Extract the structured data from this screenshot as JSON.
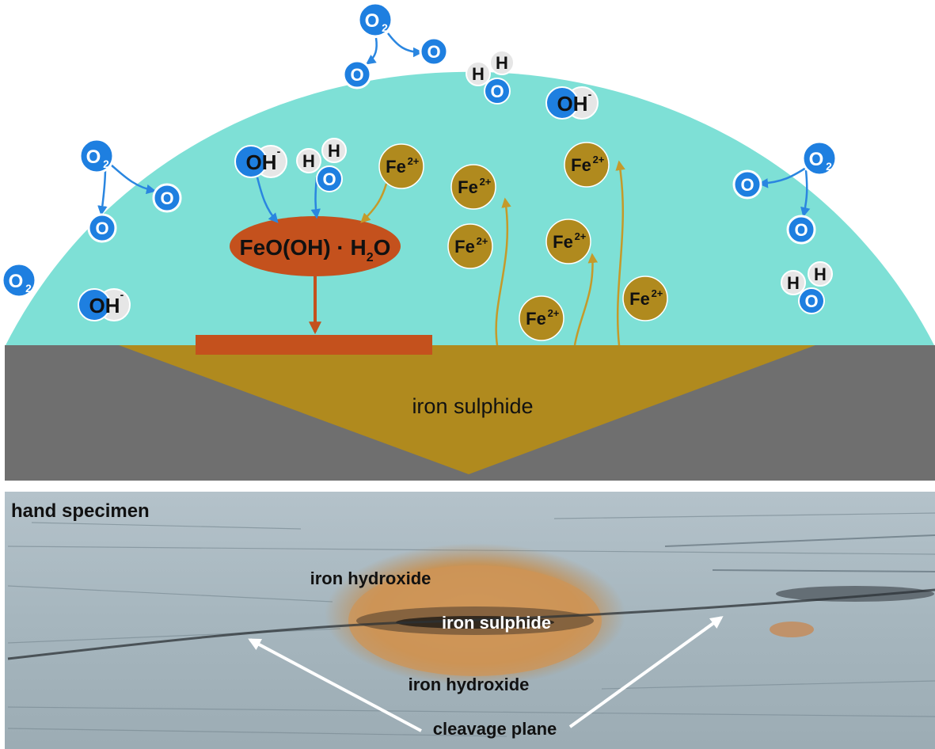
{
  "upper_diagram": {
    "substrate_label": "iron sulphide",
    "compound_label": {
      "main": "FeO(OH) · H",
      "sub": "2",
      "tail": "O"
    },
    "oxygen": {
      "symbol": "O",
      "subscript": "2"
    },
    "atom_o": "O",
    "atom_h": "H",
    "hydroxide": {
      "symbol": "OH",
      "charge": "-"
    },
    "iron_ion": {
      "symbol": "Fe",
      "charge": "2+"
    }
  },
  "lower_photo": {
    "panel_title": "hand specimen",
    "label_iron_hydroxide_top": "iron hydroxide",
    "label_iron_sulphide": "iron sulphide",
    "label_iron_hydroxide_bottom": "iron hydroxide",
    "label_cleavage_plane": "cleavage plane"
  },
  "colors": {
    "water": "#7ee0d6",
    "rock": "#6f6f6f",
    "sulphide": "#b08a1e",
    "fe_ion": "#b08a1e",
    "oxide": "#c4511d",
    "oxygen_blue": "#1e7fe0",
    "hydrogen_grey": "#e6e6e6",
    "specimen": "#a9b8c0"
  }
}
